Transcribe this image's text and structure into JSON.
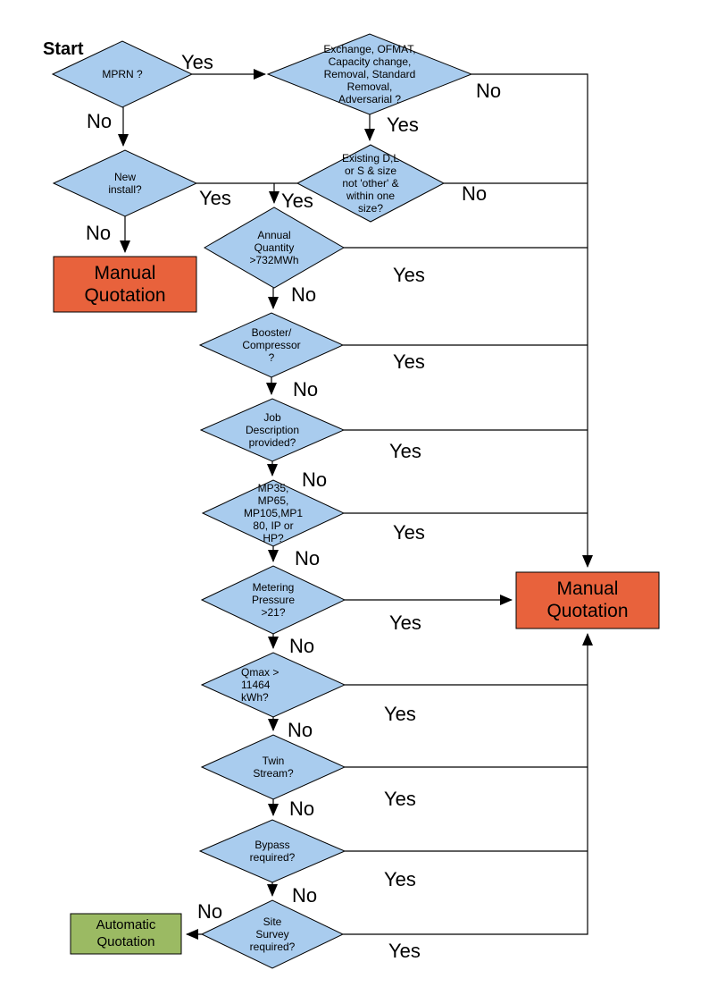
{
  "colors": {
    "background": "#FFFFFF",
    "diamond_fill": "#A9CCEE",
    "manual_fill": "#E8623C",
    "automatic_fill": "#9BBA63",
    "stroke": "#000000"
  },
  "flowchart": {
    "start": "Start",
    "branch_labels": {
      "yes": "Yes",
      "no": "No"
    },
    "decisions": {
      "mprn": "MPRN ?",
      "exchange": "Exchange, OFMAT,\nCapacity change,\nRemoval, Standard\nRemoval,\nAdversarial ?",
      "existing_size": "Existing D,L\nor S & size\nnot 'other' &\nwithin one\nsize?",
      "new_install": "New\ninstall?",
      "annual_quantity": "Annual\nQuantity\n>732MWh",
      "booster_compressor": "Booster/\nCompressor\n?",
      "job_description": "Job\nDescription\nprovided?",
      "pressure_tier": "MP35,\nMP65,\nMP105,MP1\n80, IP or\nHP?",
      "metering_pressure": "Metering\nPressure\n>21?",
      "qmax": "Qmax >\n11464\nkWh?",
      "twin_stream": "Twin\nStream?",
      "bypass": "Bypass\nrequired?",
      "site_survey": "Site\nSurvey\nrequired?"
    },
    "outcomes": {
      "manual_left": "Manual\nQuotation",
      "manual_right": "Manual\nQuotation",
      "automatic": "Automatic\nQuotation"
    }
  }
}
